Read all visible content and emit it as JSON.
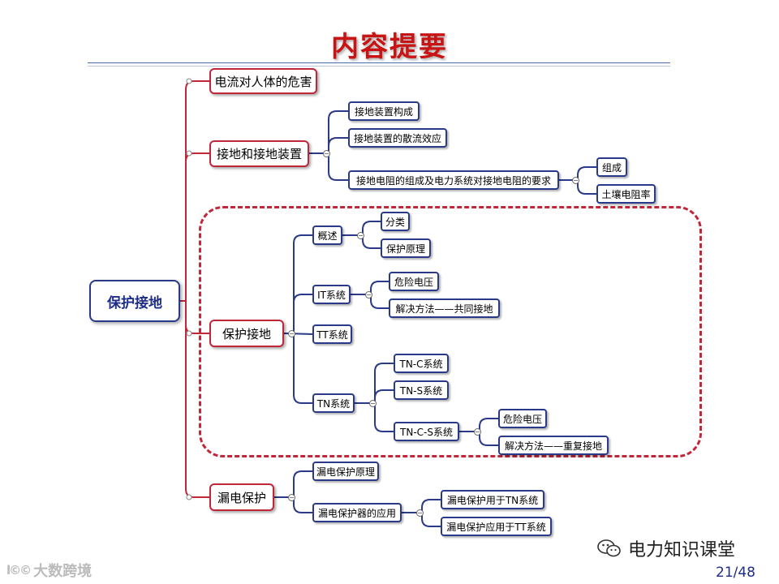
{
  "title": "内容提要",
  "root": {
    "label": "保护接地"
  },
  "branches": [
    {
      "label": "电流对人体的危害"
    },
    {
      "label": "接地和接地装置",
      "children": [
        {
          "label": "接地装置构成"
        },
        {
          "label": "接地装置的散流效应"
        },
        {
          "label": "接地电阻的组成及电力系统对接地电阻的要求",
          "children": [
            {
              "label": "组成"
            },
            {
              "label": "土壤电阻率"
            }
          ]
        }
      ]
    },
    {
      "label": "保护接地",
      "children": [
        {
          "label": "概述",
          "children": [
            {
              "label": "分类"
            },
            {
              "label": "保护原理"
            }
          ]
        },
        {
          "label": "IT系统",
          "children": [
            {
              "label": "危险电压"
            },
            {
              "label": "解决方法——共同接地"
            }
          ]
        },
        {
          "label": "TT系统"
        },
        {
          "label": "TN系统",
          "children": [
            {
              "label": "TN-C系统"
            },
            {
              "label": "TN-S系统"
            },
            {
              "label": "TN-C-S系统",
              "children": [
                {
                  "label": "危险电压"
                },
                {
                  "label": "解决方法——重复接地"
                }
              ]
            }
          ]
        }
      ]
    },
    {
      "label": "漏电保护",
      "children": [
        {
          "label": "漏电保护原理"
        },
        {
          "label": "漏电保护器的应用",
          "children": [
            {
              "label": "漏电保护用于TN系统"
            },
            {
              "label": "漏电保护应用于TT系统"
            }
          ]
        }
      ]
    }
  ],
  "toggle_symbol": "−",
  "brand": {
    "name": "电力知识课堂",
    "icon": "wechat-icon"
  },
  "page_number": "21/48",
  "watermark": {
    "logo": "l©© ",
    "text": "大数跨境"
  },
  "colors": {
    "title": "#c81414",
    "branch_border": "#c0283a",
    "leaf_border": "#2a3a88",
    "root_text": "#1d2d88"
  }
}
